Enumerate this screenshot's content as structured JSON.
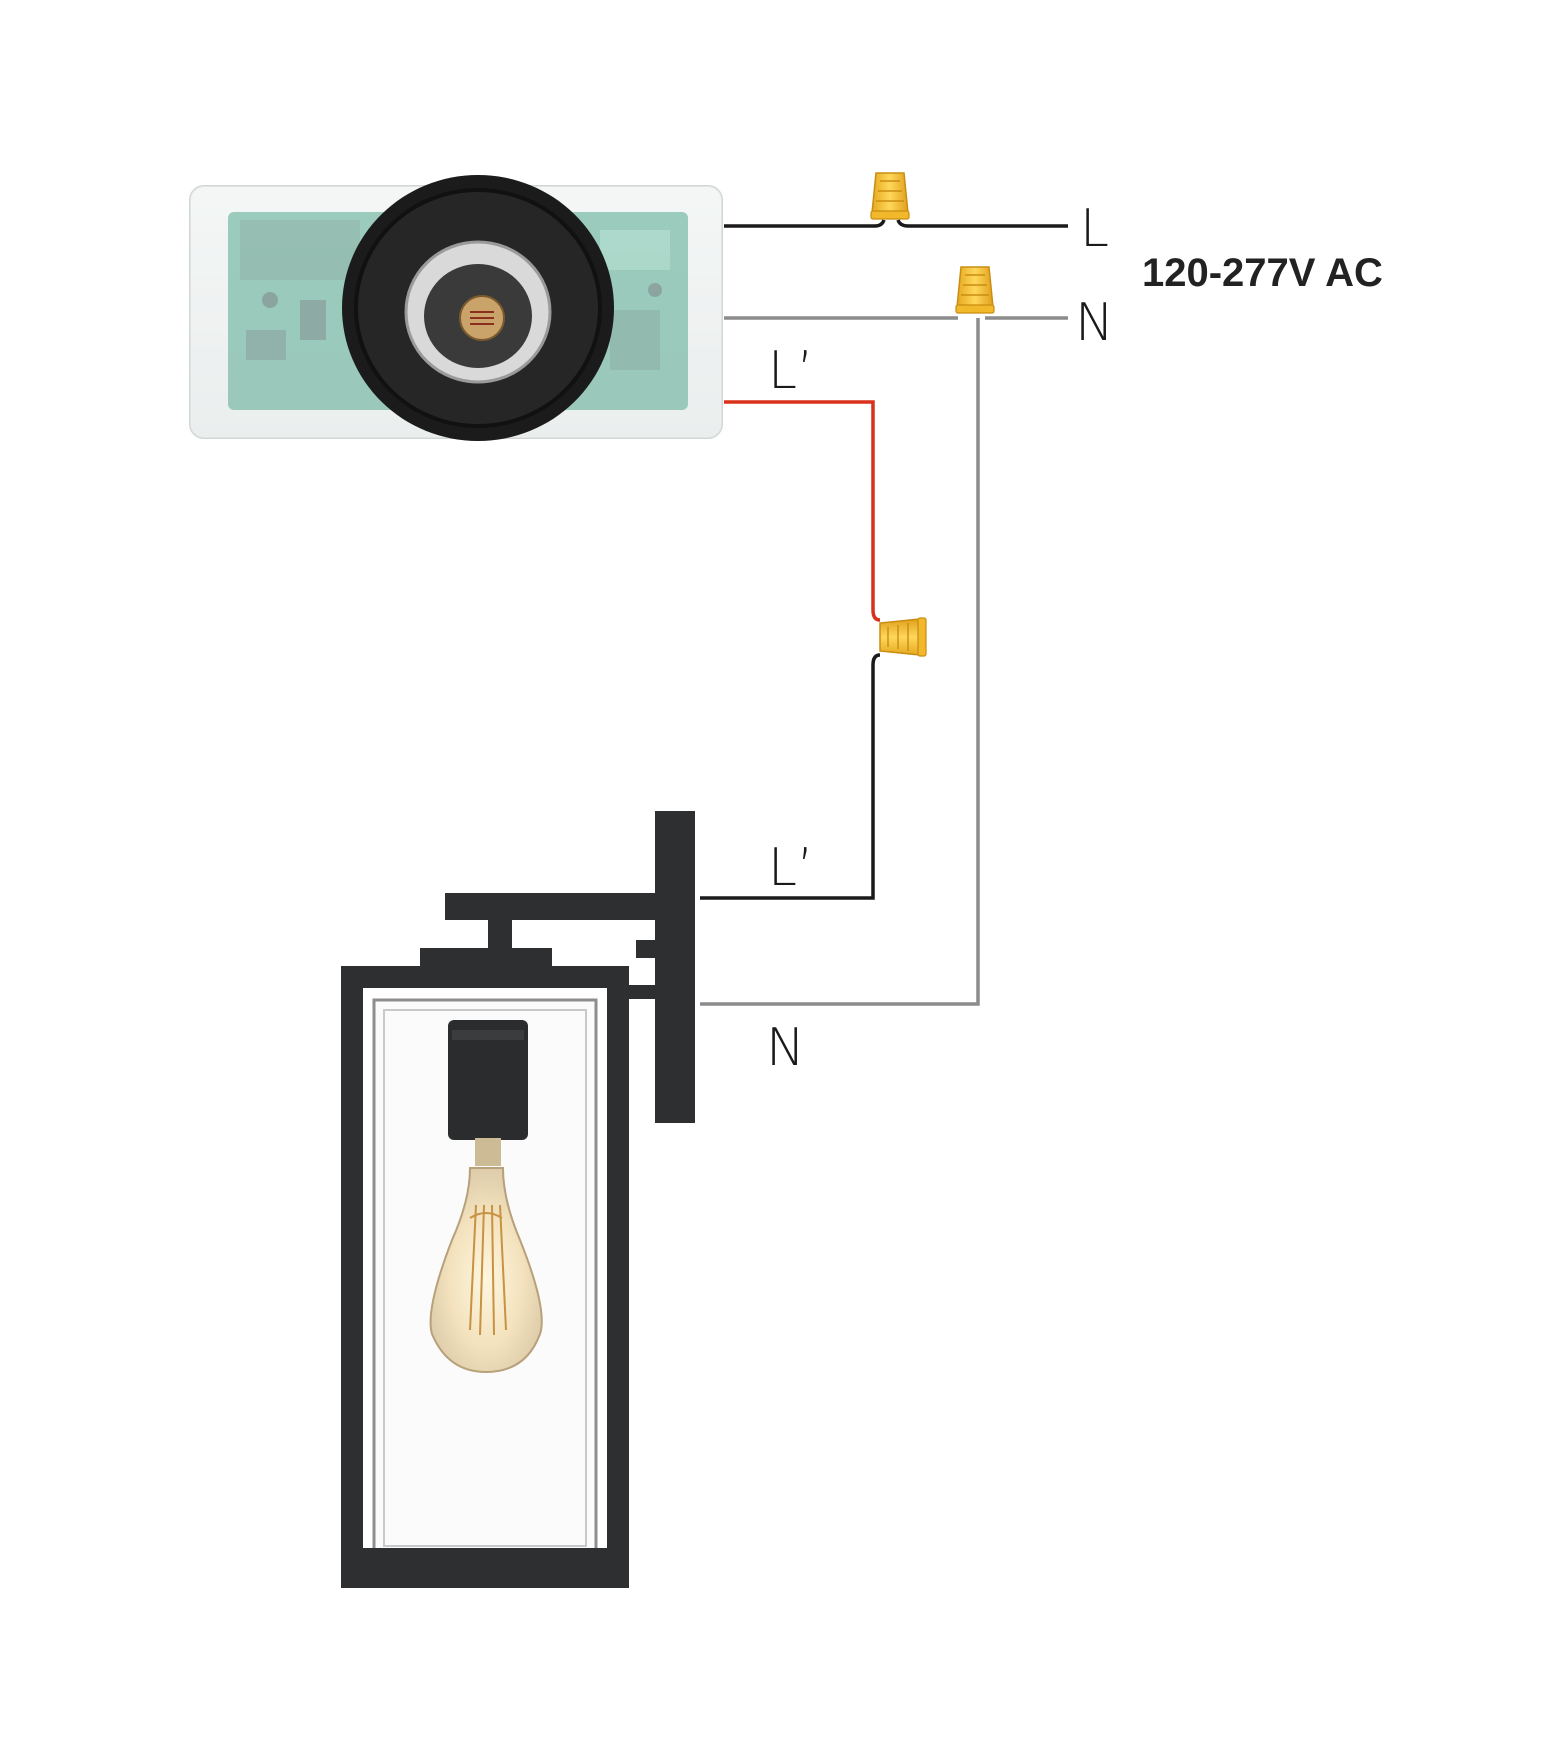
{
  "supply": {
    "voltage": "120-277V AC"
  },
  "labels": {
    "line": "L",
    "neutral": "N",
    "switched_line": "L’"
  },
  "colors": {
    "background": "#ffffff",
    "line_wire": "#1a1a1a",
    "neutral_wire": "#8c8c8c",
    "switched_wire": "#d8321c",
    "wire_nut": "#f2c233",
    "fixture_metal": "#2e2f31",
    "sensor_housing": "#e6ebea",
    "circuit_board": "#2f8f74",
    "bulb_glow": "#e0b866"
  },
  "icons": [
    "photocell-sensor-icon",
    "wire-nut-icon",
    "lantern-fixture-icon",
    "edison-bulb-icon"
  ]
}
